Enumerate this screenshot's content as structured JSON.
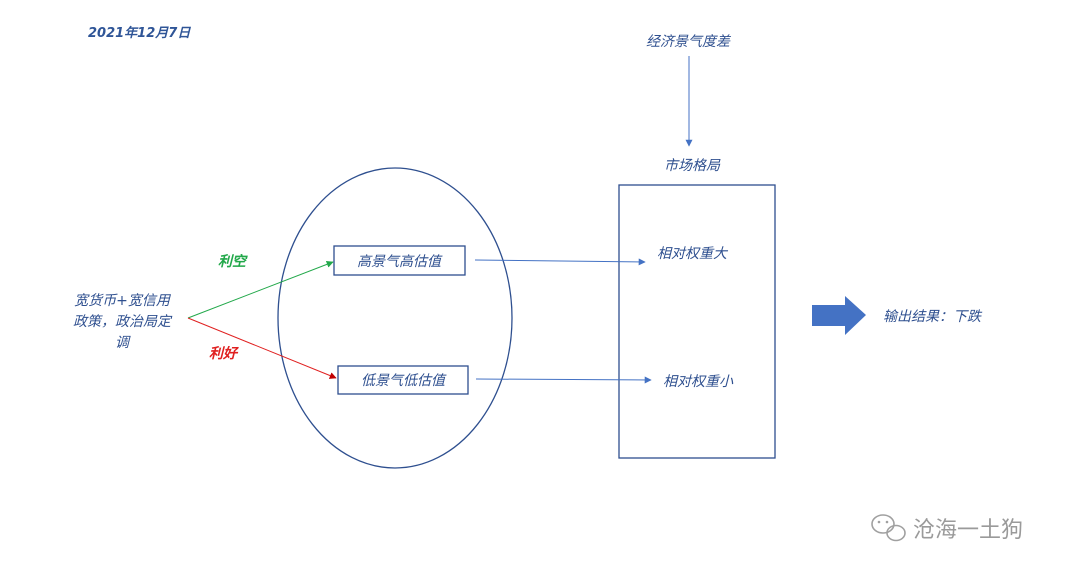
{
  "date": "2021年12月7日",
  "top_label": "经济景气度差",
  "market_label": "市场格局",
  "policy_lines": [
    "宽货币+宽信用",
    "政策，政治局定",
    "调"
  ],
  "arrow_negative_label": "利空",
  "arrow_positive_label": "利好",
  "high_box_label": "高景气高估值",
  "low_box_label": "低景气低估值",
  "weight_big_label": "相对权重大",
  "weight_small_label": "相对权重小",
  "output_label": "输出结果：下跌",
  "watermark_text": "沧海一土狗",
  "colors": {
    "primary": "#2e4f8f",
    "arrow_blue": "#4472c4",
    "negative_green": "#22a84a",
    "positive_red": "#e02020",
    "date_text": "#2f5597"
  }
}
